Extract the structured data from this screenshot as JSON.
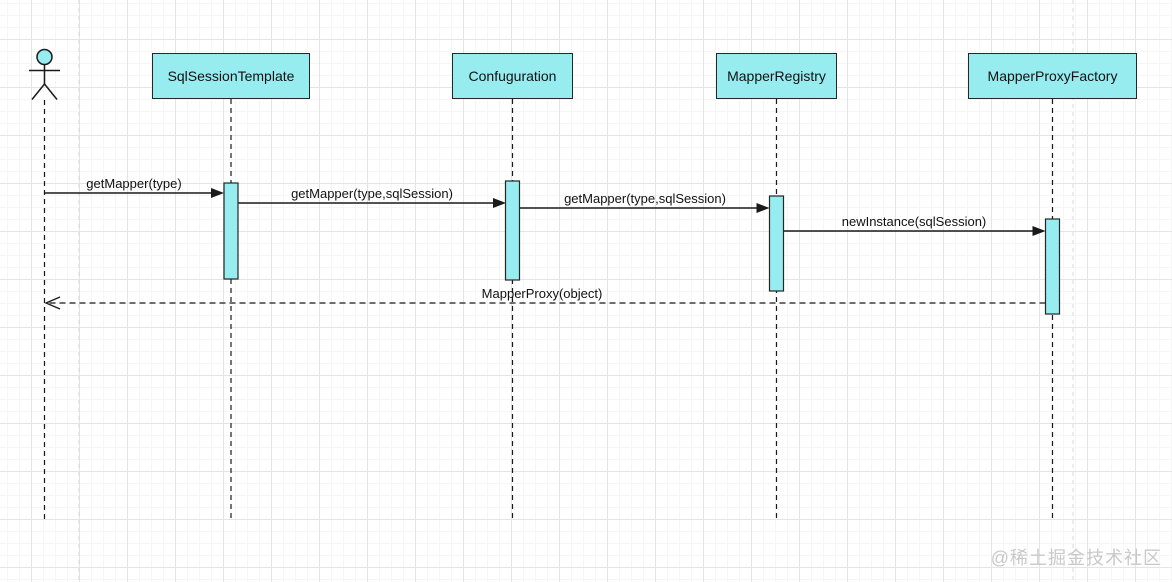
{
  "diagram_type": "uml-sequence-diagram",
  "actor": {
    "kind": "stick-figure",
    "label": ""
  },
  "participants": [
    {
      "label": "SqlSessionTemplate"
    },
    {
      "label": "Confuguration"
    },
    {
      "label": "MapperRegistry"
    },
    {
      "label": "MapperProxyFactory"
    }
  ],
  "messages": [
    {
      "label": "getMapper(type)",
      "from": "actor",
      "to": "SqlSessionTemplate",
      "line": "solid",
      "arrow": "filled"
    },
    {
      "label": "getMapper(type,sqlSession)",
      "from": "SqlSessionTemplate",
      "to": "Confuguration",
      "line": "solid",
      "arrow": "filled"
    },
    {
      "label": "getMapper(type,sqlSession)",
      "from": "Confuguration",
      "to": "MapperRegistry",
      "line": "solid",
      "arrow": "filled"
    },
    {
      "label": "newInstance(sqlSession)",
      "from": "MapperRegistry",
      "to": "MapperProxyFactory",
      "line": "solid",
      "arrow": "filled"
    },
    {
      "label": "MapperProxy(object)",
      "from": "MapperProxyFactory",
      "to": "actor",
      "line": "dashed",
      "arrow": "open"
    }
  ],
  "watermark": {
    "text": "@稀土掘金技术社区"
  },
  "colors": {
    "shape_fill": "#97ecef",
    "shape_border": "#262626",
    "line": "#1a1a1a",
    "grid_major": "#e4e4e4",
    "grid_minor": "#f6f6f6",
    "page_boundary": "#d8d8d8",
    "watermark": "#c9c9c9"
  }
}
